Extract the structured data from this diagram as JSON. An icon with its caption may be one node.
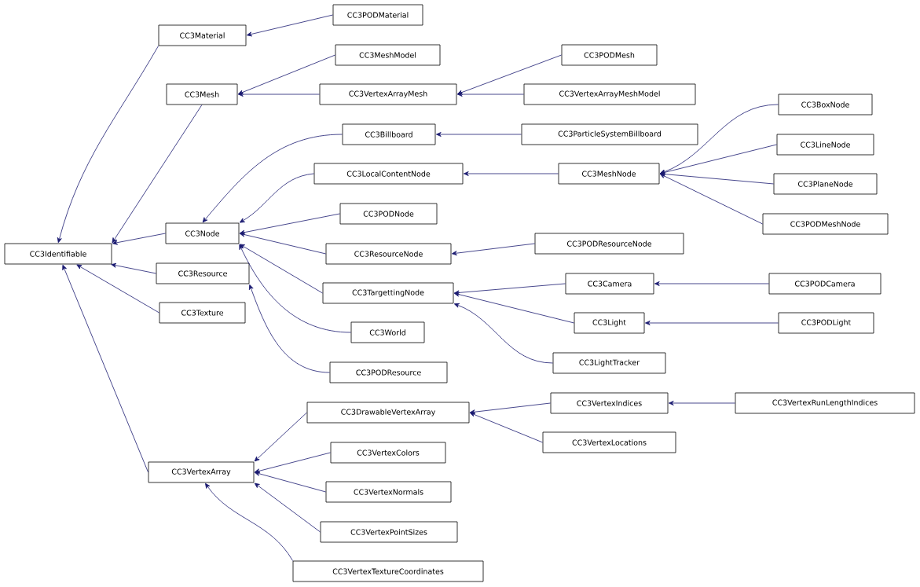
{
  "diagram": {
    "nodes": [
      {
        "text": [
          "CC3Identifiable"
        ]
      },
      {
        "text": [
          "CC3Material"
        ]
      },
      {
        "text": [
          "CC3PODMaterial"
        ]
      },
      {
        "text": [
          "CC3Mesh"
        ]
      },
      {
        "text": [
          "CC3MeshModel"
        ]
      },
      {
        "text": [
          "CC3VertexArrayMesh"
        ]
      },
      {
        "text": [
          "CC3PODMesh"
        ]
      },
      {
        "text": [
          "CC3VertexArrayMeshModel"
        ]
      },
      {
        "text": [
          "CC3Node"
        ]
      },
      {
        "text": [
          "CC3Billboard"
        ]
      },
      {
        "text": [
          "CC3ParticleSystemBillboard"
        ]
      },
      {
        "text": [
          "CC3LocalContentNode"
        ]
      },
      {
        "text": [
          "CC3MeshNode"
        ]
      },
      {
        "text": [
          "CC3BoxNode"
        ]
      },
      {
        "text": [
          "CC3LineNode"
        ]
      },
      {
        "text": [
          "CC3PlaneNode"
        ]
      },
      {
        "text": [
          "CC3PODMeshNode"
        ]
      },
      {
        "text": [
          "CC3PODNode"
        ]
      },
      {
        "text": [
          "CC3ResourceNode"
        ]
      },
      {
        "text": [
          "CC3PODResourceNode"
        ]
      },
      {
        "text": [
          "CC3TargettingNode"
        ]
      },
      {
        "text": [
          "CC3Camera"
        ]
      },
      {
        "text": [
          "CC3PODCamera"
        ]
      },
      {
        "text": [
          "CC3Light"
        ]
      },
      {
        "text": [
          "CC3PODLight"
        ]
      },
      {
        "text": [
          "CC3LightTracker"
        ]
      },
      {
        "text": [
          "CC3World"
        ]
      },
      {
        "text": [
          "CC3Resource"
        ]
      },
      {
        "text": [
          "CC3Texture"
        ]
      },
      {
        "text": [
          "CC3PODResource"
        ]
      },
      {
        "text": [
          "CC3VertexArray"
        ]
      },
      {
        "text": [
          "CC3DrawableVertexArray"
        ]
      },
      {
        "text": [
          "CC3VertexIndices"
        ]
      },
      {
        "text": [
          "CC3VertexRunLengthIndices"
        ]
      },
      {
        "text": [
          "CC3VertexLocations"
        ]
      },
      {
        "text": [
          "CC3VertexColors"
        ]
      },
      {
        "text": [
          "CC3VertexNormals"
        ]
      },
      {
        "text": [
          "CC3VertexPointSizes"
        ]
      },
      {
        "text": [
          "CC3VertexTextureCoordinates"
        ]
      }
    ],
    "edges": [
      {
        "from": 1,
        "to": 0,
        "arrow": "to"
      },
      {
        "from": 3,
        "to": 0,
        "arrow": "to"
      },
      {
        "from": 8,
        "to": 0,
        "arrow": "to"
      },
      {
        "from": 27,
        "to": 0,
        "arrow": "to"
      },
      {
        "from": 28,
        "to": 0,
        "arrow": "to"
      },
      {
        "from": 30,
        "to": 0,
        "arrow": "to"
      },
      {
        "from": 2,
        "to": 1,
        "arrow": "to"
      },
      {
        "from": 4,
        "to": 3,
        "arrow": "to"
      },
      {
        "from": 5,
        "to": 3,
        "arrow": "to"
      },
      {
        "from": 6,
        "to": 5,
        "arrow": "to"
      },
      {
        "from": 7,
        "to": 5,
        "arrow": "to"
      },
      {
        "from": 9,
        "to": 8,
        "arrow": "to"
      },
      {
        "from": 11,
        "to": 8,
        "arrow": "to"
      },
      {
        "from": 17,
        "to": 8,
        "arrow": "to"
      },
      {
        "from": 18,
        "to": 8,
        "arrow": "to"
      },
      {
        "from": 20,
        "to": 8,
        "arrow": "to"
      },
      {
        "from": 26,
        "to": 8,
        "arrow": "to"
      },
      {
        "from": 10,
        "to": 9,
        "arrow": "to"
      },
      {
        "from": 12,
        "to": 11,
        "arrow": "to"
      },
      {
        "from": 13,
        "to": 12,
        "arrow": "to"
      },
      {
        "from": 14,
        "to": 12,
        "arrow": "to"
      },
      {
        "from": 15,
        "to": 12,
        "arrow": "to"
      },
      {
        "from": 16,
        "to": 12,
        "arrow": "to"
      },
      {
        "from": 19,
        "to": 18,
        "arrow": "to"
      },
      {
        "from": 21,
        "to": 20,
        "arrow": "to"
      },
      {
        "from": 23,
        "to": 20,
        "arrow": "to"
      },
      {
        "from": 25,
        "to": 20,
        "arrow": "to"
      },
      {
        "from": 22,
        "to": 21,
        "arrow": "to"
      },
      {
        "from": 24,
        "to": 23,
        "arrow": "to"
      },
      {
        "from": 29,
        "to": 27,
        "arrow": "to"
      },
      {
        "from": 31,
        "to": 30,
        "arrow": "to"
      },
      {
        "from": 35,
        "to": 30,
        "arrow": "to"
      },
      {
        "from": 36,
        "to": 30,
        "arrow": "to"
      },
      {
        "from": 37,
        "to": 30,
        "arrow": "to"
      },
      {
        "from": 38,
        "to": 30,
        "arrow": "to"
      },
      {
        "from": 32,
        "to": 31,
        "arrow": "to"
      },
      {
        "from": 34,
        "to": 31,
        "arrow": "to"
      },
      {
        "from": 33,
        "to": 32,
        "arrow": "to"
      }
    ]
  }
}
